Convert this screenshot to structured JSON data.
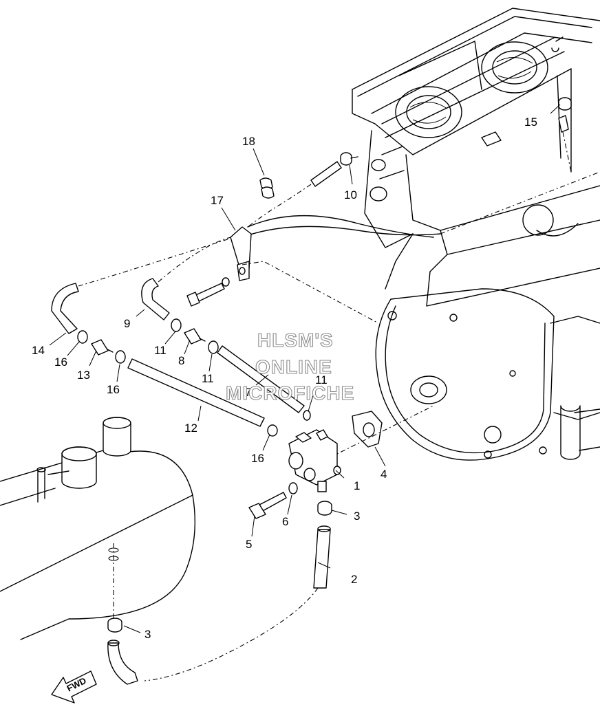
{
  "watermark": {
    "line1": "HLSM'S",
    "line2": "ONLINE",
    "line3": "MICROFICHE"
  },
  "direction_arrow": {
    "label": "FWD"
  },
  "callouts": [
    {
      "id": "c1",
      "label": "1"
    },
    {
      "id": "c2",
      "label": "2"
    },
    {
      "id": "c3a",
      "label": "3"
    },
    {
      "id": "c3b",
      "label": "3"
    },
    {
      "id": "c4",
      "label": "4"
    },
    {
      "id": "c5",
      "label": "5"
    },
    {
      "id": "c6",
      "label": "6"
    },
    {
      "id": "c7",
      "label": "7"
    },
    {
      "id": "c8",
      "label": "8"
    },
    {
      "id": "c9",
      "label": "9"
    },
    {
      "id": "c10",
      "label": "10"
    },
    {
      "id": "c11a",
      "label": "11"
    },
    {
      "id": "c11b",
      "label": "11"
    },
    {
      "id": "c11c",
      "label": "11"
    },
    {
      "id": "c12",
      "label": "12"
    },
    {
      "id": "c13",
      "label": "13"
    },
    {
      "id": "c14",
      "label": "14"
    },
    {
      "id": "c15",
      "label": "15"
    },
    {
      "id": "c16a",
      "label": "16"
    },
    {
      "id": "c16b",
      "label": "16"
    },
    {
      "id": "c16c",
      "label": "16"
    },
    {
      "id": "c17",
      "label": "17"
    },
    {
      "id": "c18",
      "label": "18"
    }
  ]
}
